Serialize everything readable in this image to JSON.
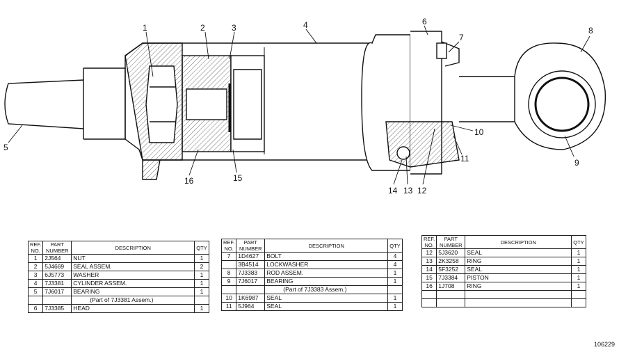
{
  "callouts": [
    "1",
    "2",
    "3",
    "4",
    "5",
    "6",
    "7",
    "8",
    "9",
    "10",
    "11",
    "12",
    "13",
    "14",
    "15",
    "16"
  ],
  "tables": {
    "headers": {
      "ref": "REF. NO.",
      "part": "PART NUMBER",
      "desc": "DESCRIPTION",
      "qty": "QTY"
    },
    "left": [
      {
        "ref": "1",
        "part": "2J564",
        "desc": "NUT",
        "qty": "1"
      },
      {
        "ref": "2",
        "part": "5J4669",
        "desc": "SEAL ASSEM.",
        "qty": "2"
      },
      {
        "ref": "3",
        "part": "6J5773",
        "desc": "WASHER",
        "qty": "1"
      },
      {
        "ref": "4",
        "part": "7J3381",
        "desc": "CYLINDER ASSEM.",
        "qty": "1"
      },
      {
        "ref": "5",
        "part": "7J6017",
        "desc": "BEARING",
        "qty": "1"
      },
      {
        "ref": "",
        "part": "",
        "desc": "(Part of 7J3381 Assem.)",
        "qty": ""
      },
      {
        "ref": "6",
        "part": "7J3385",
        "desc": "HEAD",
        "qty": "1"
      }
    ],
    "middle": [
      {
        "ref": "7",
        "part": "1D4627",
        "desc": "BOLT",
        "qty": "4"
      },
      {
        "ref": "",
        "part": "3B4514",
        "desc": "LOCKWASHER",
        "qty": "4"
      },
      {
        "ref": "8",
        "part": "7J3383",
        "desc": "ROD ASSEM.",
        "qty": "1"
      },
      {
        "ref": "9",
        "part": "7J6017",
        "desc": "BEARING",
        "qty": "1"
      },
      {
        "ref": "",
        "part": "",
        "desc": "(Part of 7J3383 Assem.)",
        "qty": ""
      },
      {
        "ref": "10",
        "part": "1K6987",
        "desc": "SEAL",
        "qty": "1"
      },
      {
        "ref": "11",
        "part": "5J964",
        "desc": "SEAL",
        "qty": "1"
      }
    ],
    "right": [
      {
        "ref": "12",
        "part": "5J3620",
        "desc": "SEAL",
        "qty": "1"
      },
      {
        "ref": "13",
        "part": "2K3258",
        "desc": "RING",
        "qty": "1"
      },
      {
        "ref": "14",
        "part": "5F3252",
        "desc": "SEAL",
        "qty": "1"
      },
      {
        "ref": "15",
        "part": "7J3384",
        "desc": "PISTON",
        "qty": "1"
      },
      {
        "ref": "16",
        "part": "1J708",
        "desc": "RING",
        "qty": "1"
      }
    ]
  },
  "figure_number": "106229"
}
